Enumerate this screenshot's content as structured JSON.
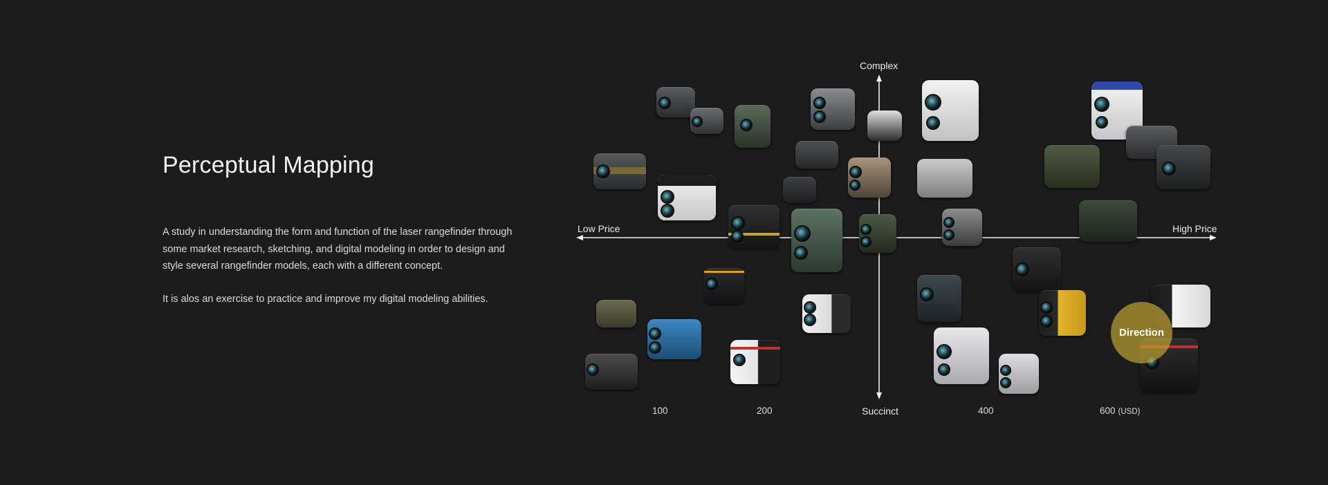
{
  "intro": {
    "title": "Perceptual Mapping",
    "paragraph1": "A study in understanding the form and function of the laser rangefinder through some market research, sketching, and digital modeling in order to design and style several rangefinder models, each with a different concept.",
    "paragraph2": "It is alos an exercise to practice and improve my digital modeling abilities."
  },
  "map": {
    "top_label": "Complex",
    "bottom_label": "Succinct",
    "left_label": "Low Price",
    "right_label": "High Price",
    "ticks": {
      "t100": "100",
      "t200": "200",
      "t400": "400",
      "t600": "600",
      "unit": "(USD)"
    },
    "badge": "Direction"
  },
  "colors": {
    "background": "#1c1c1c",
    "text": "#e8e8e8",
    "axis": "#f0f0f0",
    "badge": "#baa030"
  },
  "icons": {
    "products": "rangefinder-product-images"
  }
}
